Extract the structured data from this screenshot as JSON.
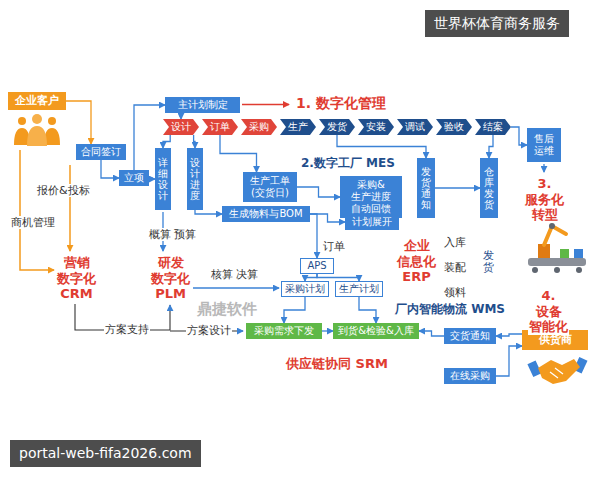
{
  "diagram": {
    "nodes": [
      {
        "text": [
          "企业客户"
        ]
      },
      {
        "text": [
          "主计划制定"
        ]
      },
      {
        "text": [
          "设计"
        ]
      },
      {
        "text": [
          "订单"
        ]
      },
      {
        "text": [
          "采购"
        ]
      },
      {
        "text": [
          "生产"
        ]
      },
      {
        "text": [
          "发货"
        ]
      },
      {
        "text": [
          "安装"
        ]
      },
      {
        "text": [
          "调试"
        ]
      },
      {
        "text": [
          "验收"
        ]
      },
      {
        "text": [
          "结案"
        ]
      },
      {
        "text": [
          "售后 运维"
        ]
      },
      {
        "text": [
          "合同签订"
        ]
      },
      {
        "text": [
          "立项"
        ]
      },
      {
        "text": [
          "详细设计"
        ]
      },
      {
        "text": [
          "设计进度"
        ]
      },
      {
        "text": [
          "生产工单 (交货日)"
        ]
      },
      {
        "text": [
          "采购&生产进度 自动回馈"
        ]
      },
      {
        "text": [
          "发货通知"
        ]
      },
      {
        "text": [
          "仓库发货"
        ]
      },
      {
        "text": [
          "生成物料与BOM"
        ]
      },
      {
        "text": [
          "计划展开"
        ]
      },
      {
        "text": [
          "APS"
        ]
      },
      {
        "text": [
          "采购计划"
        ]
      },
      {
        "text": [
          "生产计划"
        ]
      },
      {
        "text": [
          "采购需求下发"
        ]
      },
      {
        "text": [
          "到货&检验&入库"
        ]
      },
      {
        "text": [
          "交货通知"
        ]
      },
      {
        "text": [
          "在线采购"
        ]
      },
      {
        "text": [
          "供货商"
        ]
      }
    ],
    "edges": [
      {
        "from": 0,
        "to": 12,
        "arrow": "to"
      },
      {
        "from": 12,
        "to": 13,
        "arrow": "to"
      },
      {
        "from": 13,
        "to": 1,
        "arrow": "to"
      },
      {
        "from": 1,
        "to": 2,
        "arrow": "to"
      },
      {
        "from": 13,
        "to": 14,
        "arrow": "to"
      },
      {
        "from": 2,
        "to": 14,
        "arrow": "to"
      },
      {
        "from": 2,
        "to": 15,
        "arrow": "to"
      },
      {
        "from": 15,
        "to": 20,
        "arrow": "to"
      },
      {
        "from": 3,
        "to": 16,
        "arrow": "to"
      },
      {
        "from": 16,
        "to": 17,
        "arrow": "to"
      },
      {
        "from": 21,
        "to": 17,
        "arrow": "to"
      },
      {
        "from": 6,
        "to": 18,
        "arrow": "to"
      },
      {
        "from": 18,
        "to": 19,
        "arrow": "to"
      },
      {
        "from": 10,
        "to": 19,
        "arrow": "to"
      },
      {
        "from": 20,
        "to": 22,
        "arrow": "to"
      },
      {
        "from": 20,
        "to": 21,
        "arrow": "to"
      },
      {
        "from": 22,
        "to": 23,
        "arrow": "to"
      },
      {
        "from": 22,
        "to": 24,
        "arrow": "to"
      },
      {
        "from": 23,
        "to": 25,
        "arrow": "to"
      },
      {
        "from": 24,
        "to": 26,
        "arrow": "to"
      },
      {
        "from": 25,
        "to": 26,
        "arrow": "to"
      },
      {
        "from": 29,
        "to": 27,
        "arrow": "to"
      },
      {
        "from": 28,
        "to": 29,
        "arrow": "to"
      },
      {
        "from": 27,
        "to": 26,
        "arrow": "to"
      },
      {
        "from": 10,
        "to": 11,
        "arrow": "to"
      }
    ],
    "labels": [
      "世界杯体育商务服务",
      "1. 数字化管理",
      "报价&投标",
      "商机管理",
      "概算 预算",
      "2.数字工厂 MES",
      "订单",
      "企业 信息化 ERP",
      "入库",
      "装配",
      "领料",
      "发货",
      "营销 数字化 CRM",
      "研发 数字化 PLM",
      "核算 决算",
      "3.服务化 转型",
      "4.设备 智能化",
      "厂内智能物流 WMS",
      "方案支持",
      "方案设计",
      "供应链协同 SRM",
      "鼎捷软件",
      "portal-web-fifa2026.com"
    ]
  }
}
